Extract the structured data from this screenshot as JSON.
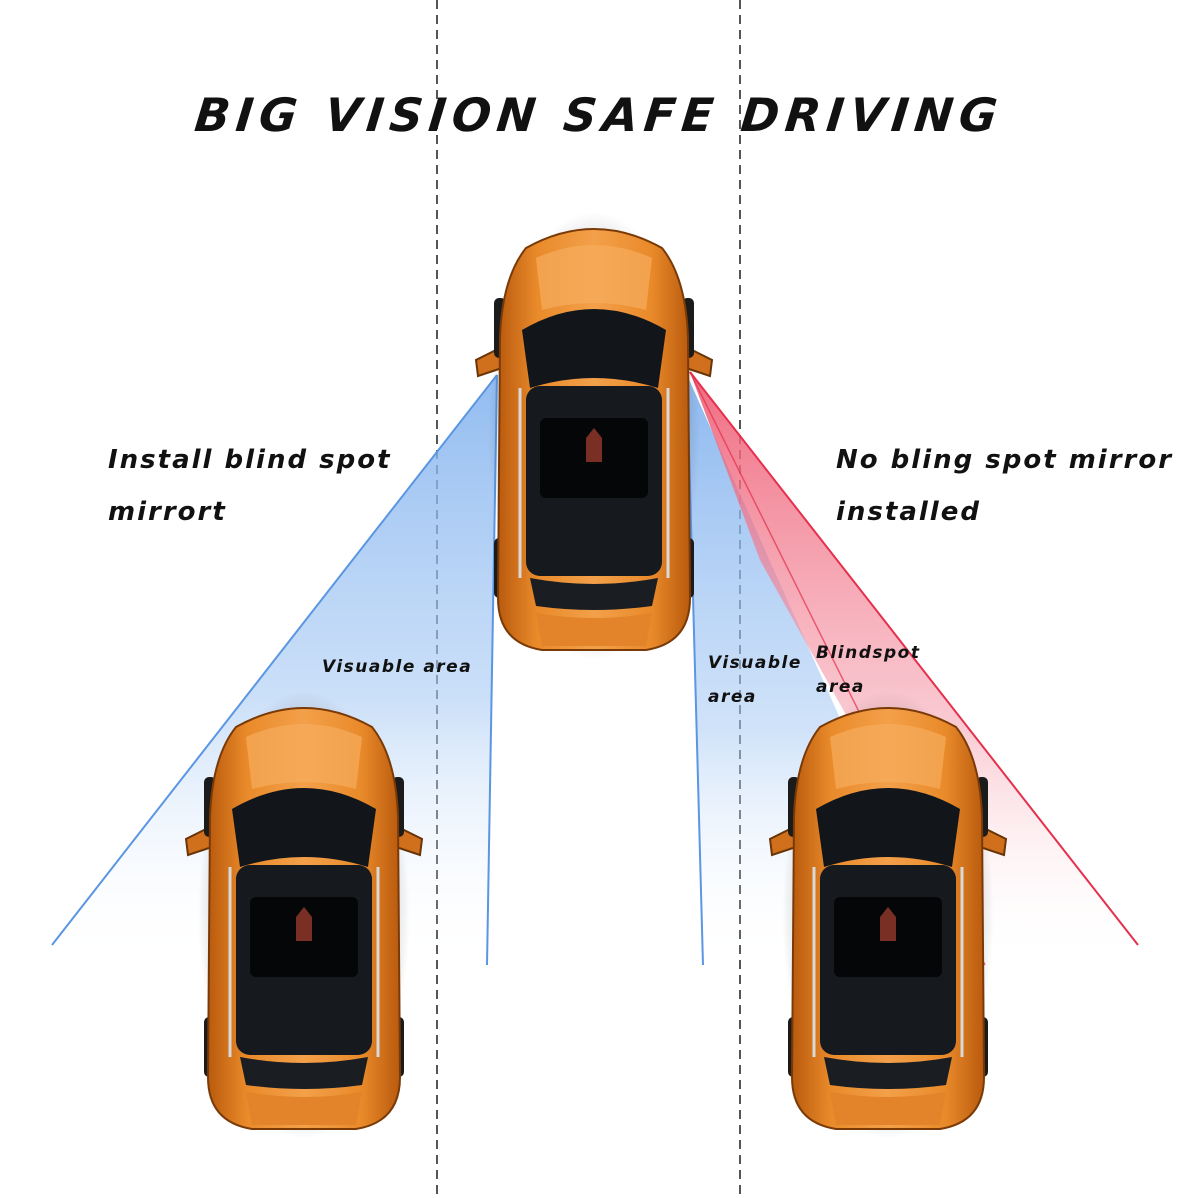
{
  "title": "BIG VISION SAFE DRIVING",
  "left_caption": [
    "Install blind spot",
    "mirrort"
  ],
  "right_caption": [
    "No bling spot mirror",
    "installed"
  ],
  "labels": {
    "left_visible": "Visuable area",
    "right_visible": [
      "Visuable",
      "area"
    ],
    "blindspot": [
      "Blindspot",
      "area"
    ]
  },
  "colors": {
    "car_body": "#e07a1c",
    "car_highlight": "#f4a24a",
    "glass": "#111418",
    "visible_zone": "#8ab8ef",
    "blindspot_zone": "#f07a8c",
    "blindspot_edge": "#e5304d",
    "visible_edge": "#4f8fe0",
    "lane_line": "#555555"
  },
  "icons": {
    "cars": [
      "orange-suv-top-view-icon",
      "orange-suv-top-view-icon",
      "orange-suv-top-view-icon"
    ]
  }
}
